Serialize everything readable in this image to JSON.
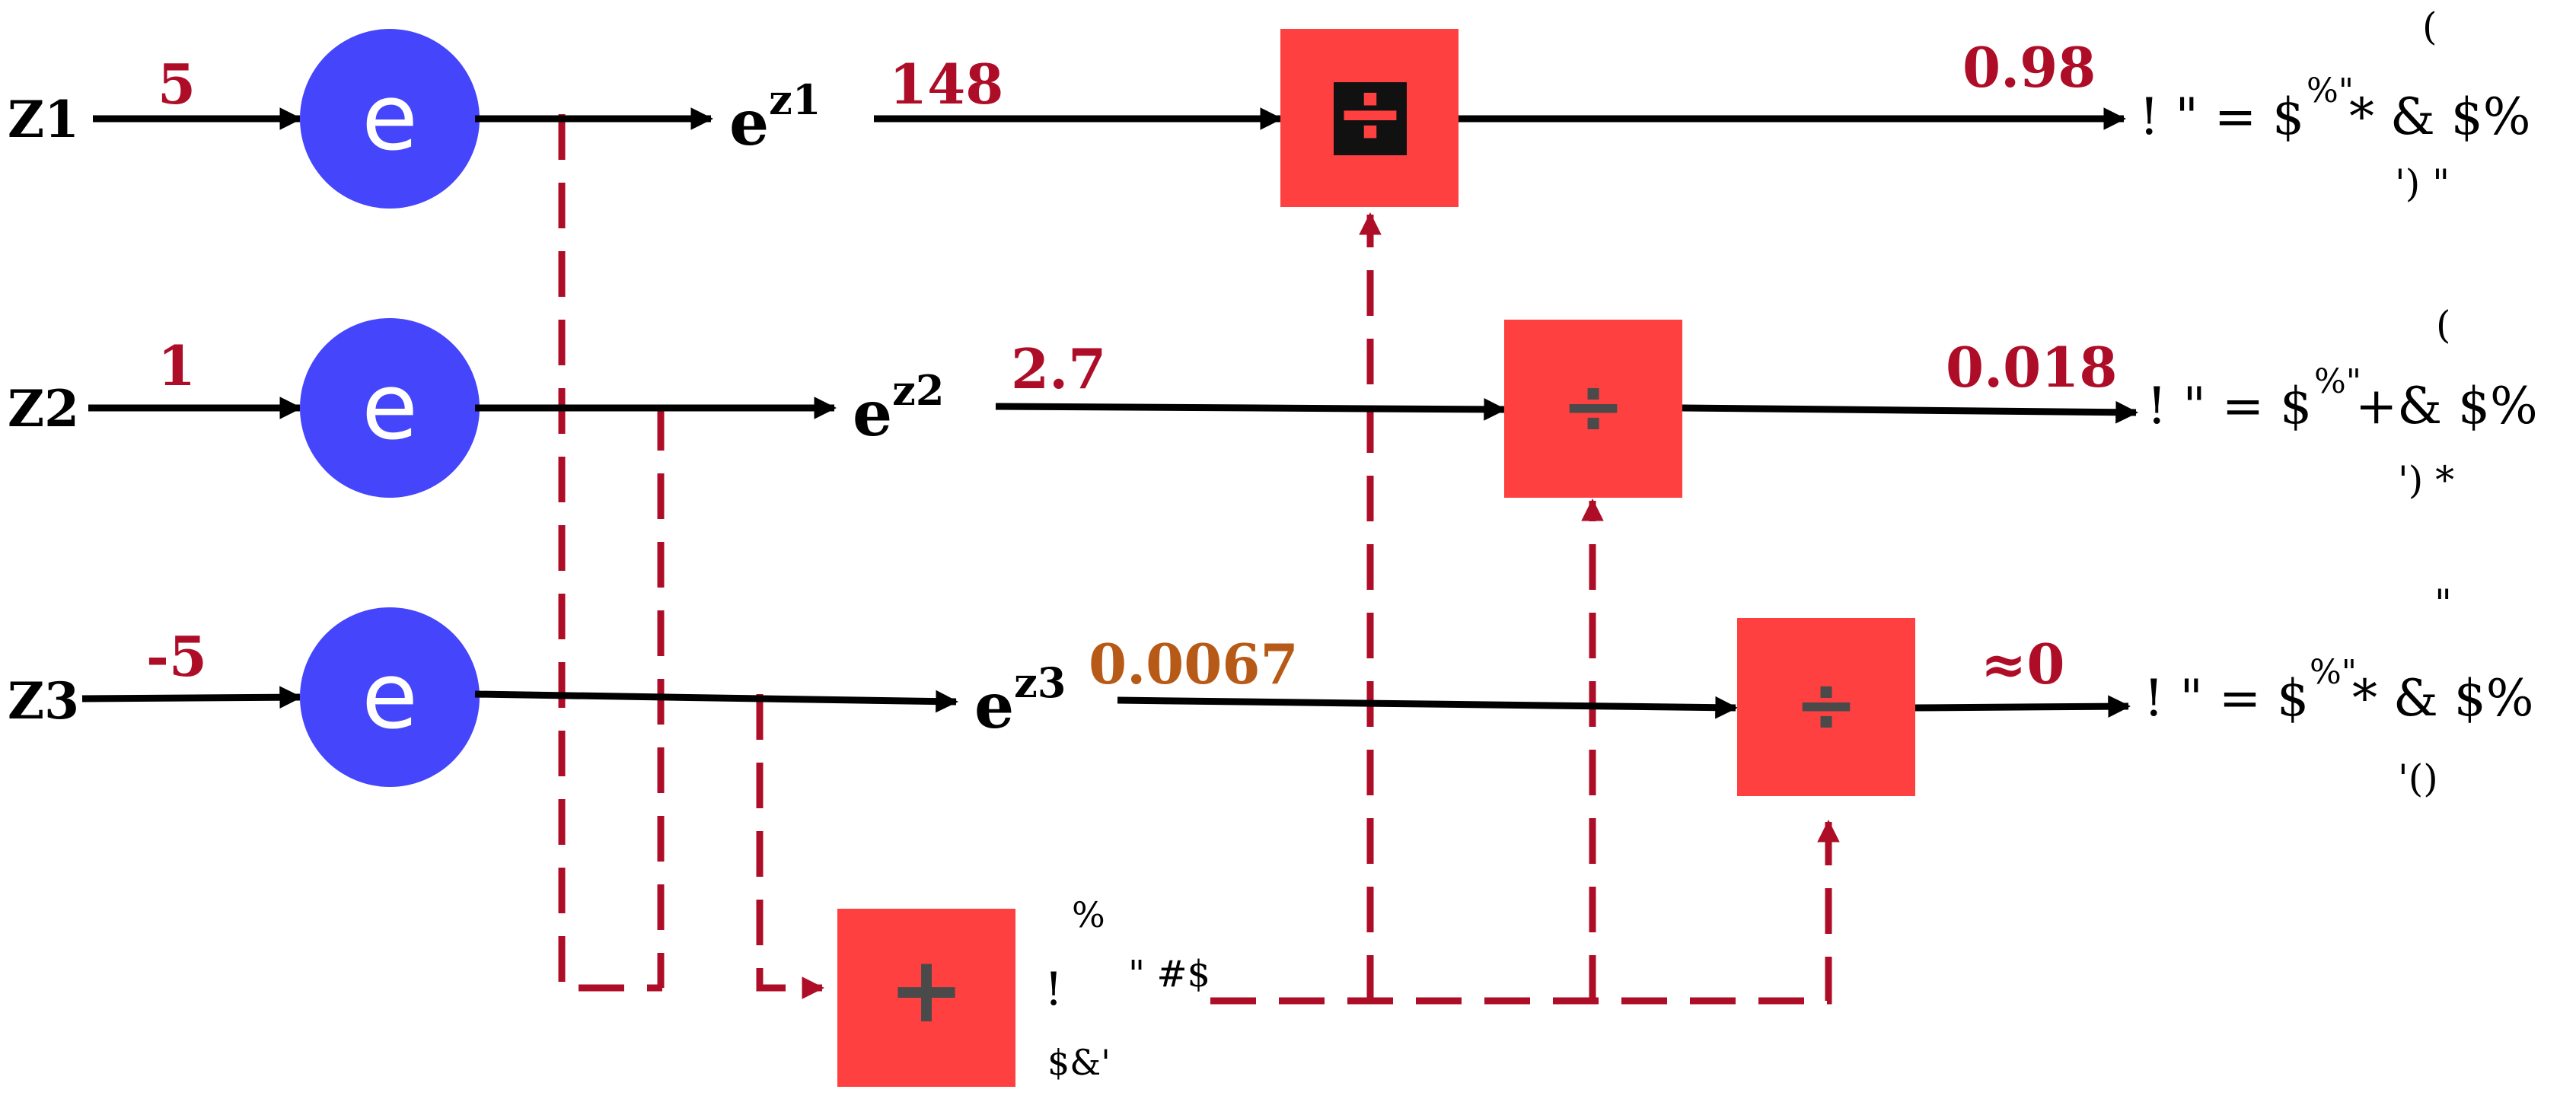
{
  "colors": {
    "exp_node": "#4545fb",
    "op_box": "#ff4040",
    "value_red": "#ae0d28",
    "value_orange": "#b85a17",
    "arrow": "#000000",
    "dashed": "#ae0d28"
  },
  "rows": [
    {
      "input_label": "Z1",
      "input_value": "5",
      "exp_node_label": "e",
      "exp_output_base": "e",
      "exp_output_sup": "z1",
      "exp_value": "148",
      "op_symbol": "÷",
      "output_value": "0.98",
      "formula": {
        "main": "! \" = $",
        "sup_mid": "%\"",
        "tail": "* & $%",
        "above": "(",
        "below": "') \""
      }
    },
    {
      "input_label": "Z2",
      "input_value": "1",
      "exp_node_label": "e",
      "exp_output_base": "e",
      "exp_output_sup": "z2",
      "exp_value": "2.7",
      "op_symbol": "÷",
      "output_value": "0.018",
      "formula": {
        "main": "! \" = $",
        "sup_mid": "%\"",
        "tail": "+& $%",
        "above": "(",
        "below": "') *"
      }
    },
    {
      "input_label": "Z3",
      "input_value": "-5",
      "exp_node_label": "e",
      "exp_output_base": "e",
      "exp_output_sup": "z3",
      "exp_value": "0.0067",
      "op_symbol": "÷",
      "output_value": "≈0",
      "formula": {
        "main": "! \" = $",
        "sup_mid": "%\"",
        "tail": "* & $%",
        "above": "\"",
        "below": "'()"
      }
    }
  ],
  "sum_box": {
    "op_symbol": "+",
    "label_top": "%",
    "label_left": "!",
    "label_right": "\" #$",
    "label_bottom": "$&'"
  }
}
